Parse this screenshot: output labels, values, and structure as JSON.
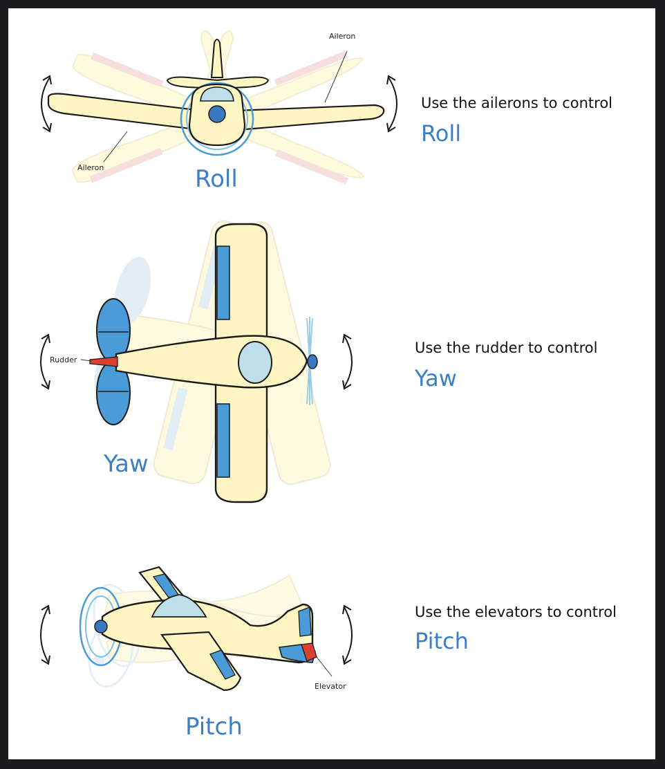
{
  "roll": {
    "title": "Roll",
    "caption": "Use the ailerons to control",
    "caption_word": "Roll",
    "label_top": "Aileron",
    "label_bottom": "Aileron",
    "arrow_left_icon": "curved-double-arrow-icon",
    "arrow_right_icon": "curved-double-arrow-icon"
  },
  "yaw": {
    "title": "Yaw",
    "caption": "Use the rudder to control",
    "caption_word": "Yaw",
    "label_rudder": "Rudder",
    "arrow_left_icon": "curved-double-arrow-icon",
    "arrow_right_icon": "curved-double-arrow-icon"
  },
  "pitch": {
    "title": "Pitch",
    "caption": "Use the elevators to control",
    "caption_word": "Pitch",
    "label_elevator": "Elevator",
    "arrow_left_icon": "curved-double-arrow-icon",
    "arrow_right_icon": "curved-double-arrow-icon"
  },
  "colors": {
    "frame_border": "#1c1c1e",
    "fuselage": "#fdf6c3",
    "control_surface_blue": "#4a9bd8",
    "control_surface_red": "#d9402f",
    "ghost_pink": "#f1c5c5",
    "ghost_blue": "#c9dcee",
    "text_blue": "#3d7fc4"
  }
}
